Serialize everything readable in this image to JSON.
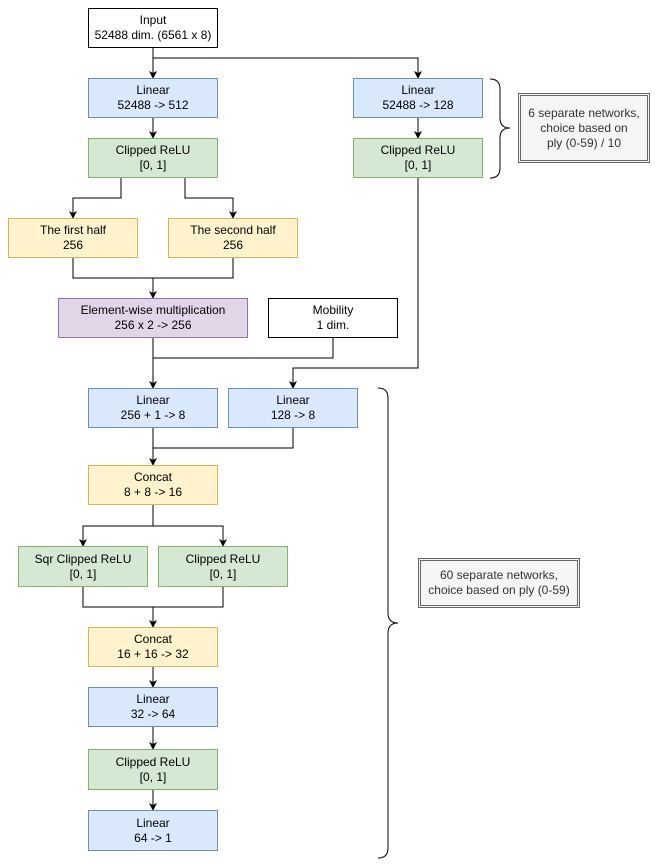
{
  "nodes": {
    "input": {
      "line1": "Input",
      "line2": "52488 dim. (6561 x 8)"
    },
    "linear_main": {
      "line1": "Linear",
      "line2": "52488 -> 512"
    },
    "relu_main": {
      "line1": "Clipped ReLU",
      "line2": "[0, 1]"
    },
    "first_half": {
      "line1": "The first half",
      "line2": "256"
    },
    "second_half": {
      "line1": "The second half",
      "line2": "256"
    },
    "elementwise": {
      "line1": "Element-wise multiplication",
      "line2": "256 x 2 -> 256"
    },
    "mobility": {
      "line1": "Mobility",
      "line2": "1 dim."
    },
    "linear_side": {
      "line1": "Linear",
      "line2": "52488 -> 128"
    },
    "relu_side": {
      "line1": "Clipped ReLU",
      "line2": "[0, 1]"
    },
    "linear_257": {
      "line1": "Linear",
      "line2": "256 + 1 -> 8"
    },
    "linear_128": {
      "line1": "Linear",
      "line2": "128 -> 8"
    },
    "concat1": {
      "line1": "Concat",
      "line2": "8 + 8 -> 16"
    },
    "sqr_relu": {
      "line1": "Sqr Clipped ReLU",
      "line2": "[0, 1]"
    },
    "relu_16": {
      "line1": "Clipped ReLU",
      "line2": "[0, 1]"
    },
    "concat2": {
      "line1": "Concat",
      "line2": "16 + 16 -> 32"
    },
    "linear_32": {
      "line1": "Linear",
      "line2": "32 -> 64"
    },
    "relu_64": {
      "line1": "Clipped ReLU",
      "line2": "[0, 1]"
    },
    "linear_out": {
      "line1": "Linear",
      "line2": "64 -> 1"
    }
  },
  "notes": {
    "side_networks": {
      "line1": "6 separate networks,",
      "line2": "choice based on",
      "line3": "ply (0-59) / 10"
    },
    "layer_stacks": {
      "line1": "60 separate networks,",
      "line2": "choice based on ply (0-59)"
    }
  },
  "colors": {
    "linear_fill": "#dae8fc",
    "linear_stroke": "#6c8ebf",
    "activation_fill": "#d5e8d4",
    "activation_stroke": "#82b366",
    "split_concat_fill": "#fff2cc",
    "split_concat_stroke": "#d6b656",
    "multiply_fill": "#e1d5e7",
    "multiply_stroke": "#9673a6",
    "note_fill": "#f5f5f5",
    "note_stroke": "#666666"
  }
}
